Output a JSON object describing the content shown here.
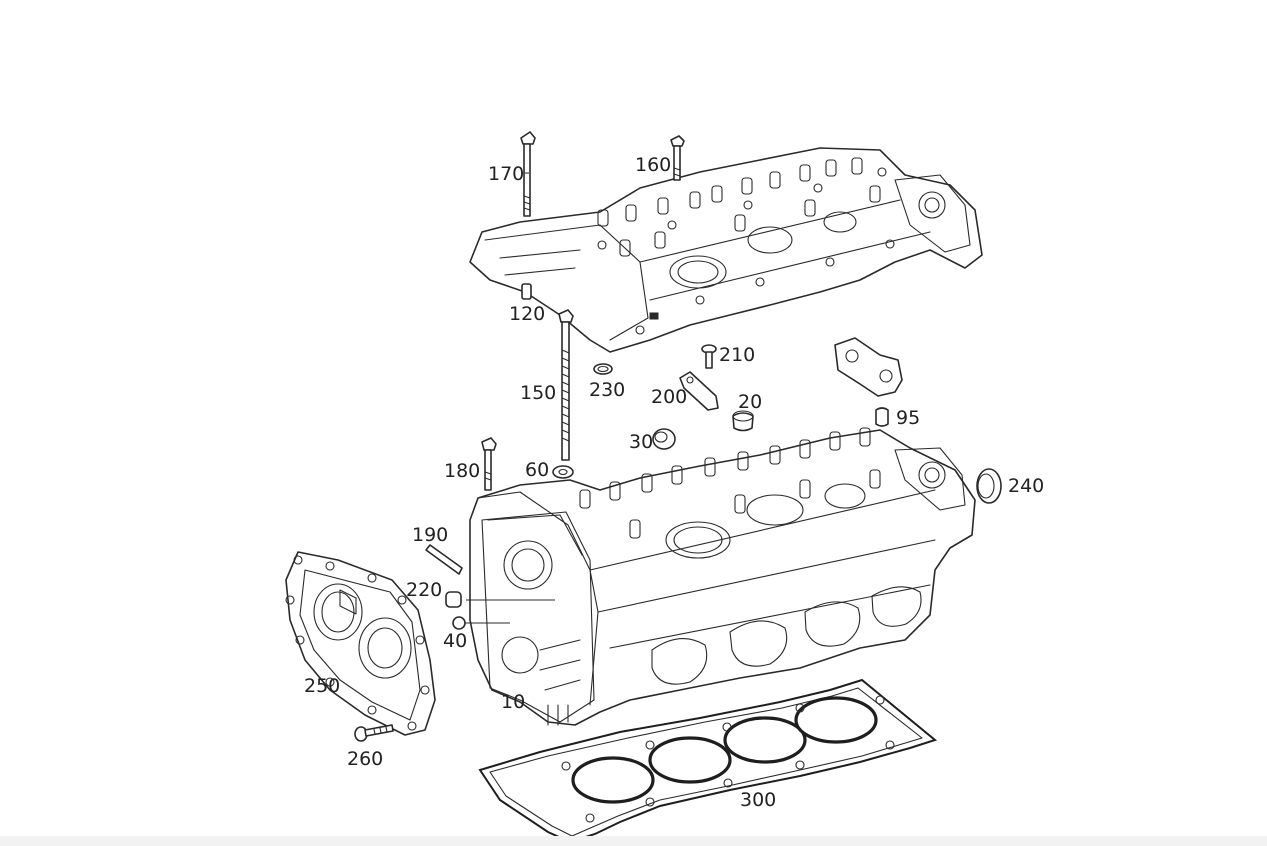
{
  "colors": {
    "line": "#2a2a2a",
    "background": "#ffffff"
  },
  "callouts": {
    "c170": "170",
    "c160": "160",
    "c120": "120",
    "c150": "150",
    "c230": "230",
    "c210": "210",
    "c200": "200",
    "c20": "20",
    "c95": "95",
    "c30": "30",
    "c180": "180",
    "c60": "60",
    "c240": "240",
    "c190": "190",
    "c220": "220",
    "c40": "40",
    "c250": "250",
    "c10": "10",
    "c260": "260",
    "c300": "300"
  }
}
